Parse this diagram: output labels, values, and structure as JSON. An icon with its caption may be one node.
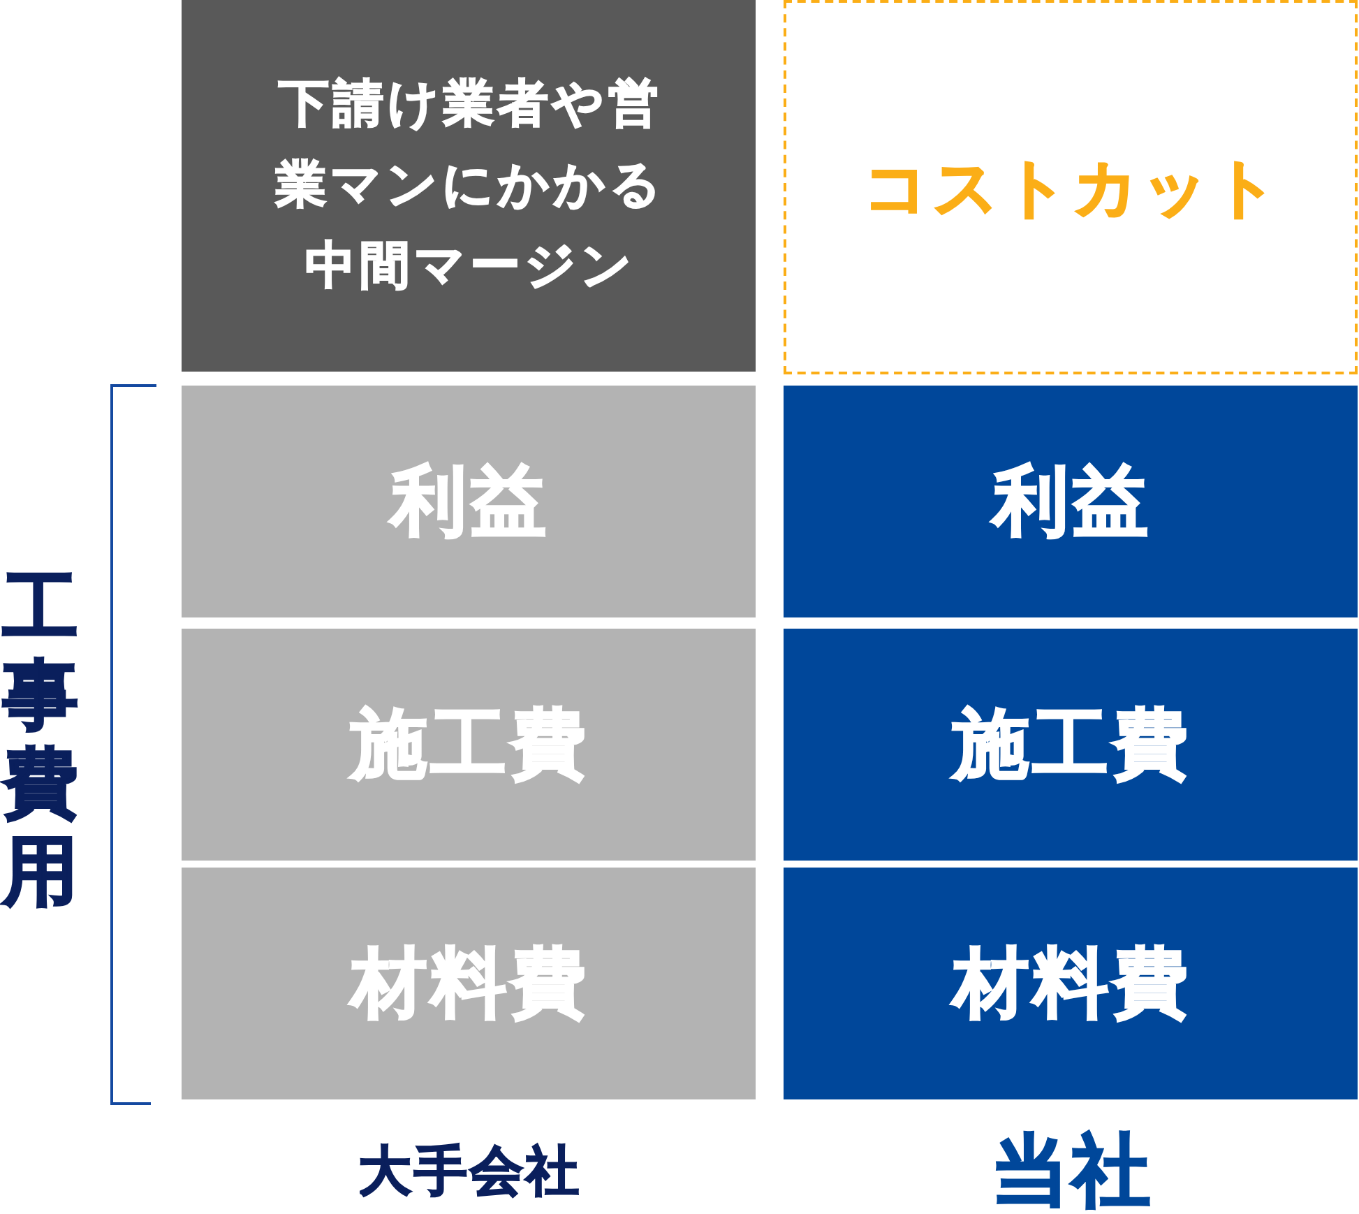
{
  "diagram": {
    "nodes": [
      {
        "text": [
          "下請け業者や営業マンにかかる中間マージン"
        ]
      },
      {
        "text": [
          "コストカット"
        ]
      },
      {
        "text": [
          "利益"
        ]
      },
      {
        "text": [
          "利益"
        ]
      },
      {
        "text": [
          "施工費"
        ]
      },
      {
        "text": [
          "施工費"
        ]
      },
      {
        "text": [
          "材料費"
        ]
      },
      {
        "text": [
          "材料費"
        ]
      }
    ],
    "labels": [
      "工事費用",
      "大手会社",
      "当社"
    ]
  }
}
